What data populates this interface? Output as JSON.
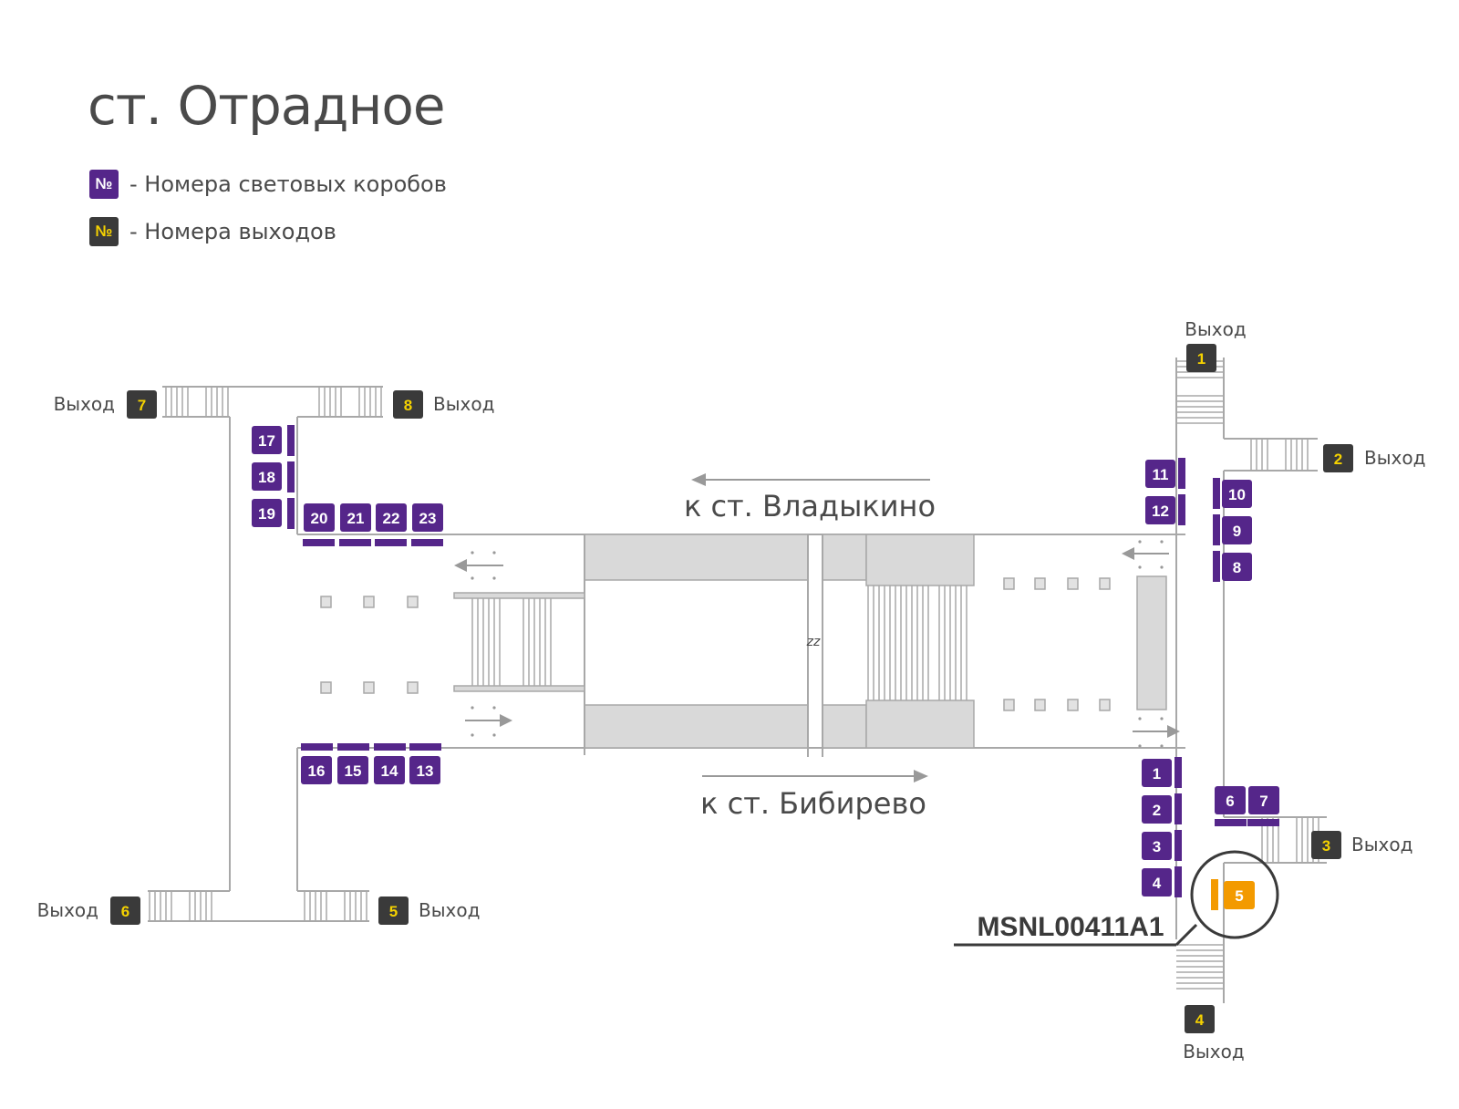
{
  "title": "ст. Отрадное",
  "legend": [
    {
      "symbol": "№",
      "style": "purple",
      "text": "- Номера световых коробов"
    },
    {
      "symbol": "№",
      "style": "dark",
      "text": "- Номера выходов"
    }
  ],
  "colors": {
    "lightbox": "#55268a",
    "exit": "#3a3a3a",
    "exit_number": "#f5d200",
    "highlight": "#f39a00",
    "corridor": "#d9d9d9"
  },
  "exit_word": "Выход",
  "exits": [
    {
      "num": "1",
      "label": "Выход"
    },
    {
      "num": "2",
      "label": "Выход"
    },
    {
      "num": "3",
      "label": "Выход"
    },
    {
      "num": "4",
      "label": "Выход"
    },
    {
      "num": "5",
      "label": "Выход"
    },
    {
      "num": "6",
      "label": "Выход"
    },
    {
      "num": "7",
      "label": "Выход"
    },
    {
      "num": "8",
      "label": "Выход"
    }
  ],
  "lightboxes": [
    "1",
    "2",
    "3",
    "4",
    "5",
    "6",
    "7",
    "8",
    "9",
    "10",
    "11",
    "12",
    "13",
    "14",
    "15",
    "16",
    "17",
    "18",
    "19",
    "20",
    "21",
    "22",
    "23"
  ],
  "directions": {
    "to_vladykino": "к ст. Владыкино",
    "to_bibirevo": "к ст. Бибирево"
  },
  "break_mark": "zz",
  "highlight": {
    "lightbox": "5",
    "code": "MSNL00411A1"
  }
}
